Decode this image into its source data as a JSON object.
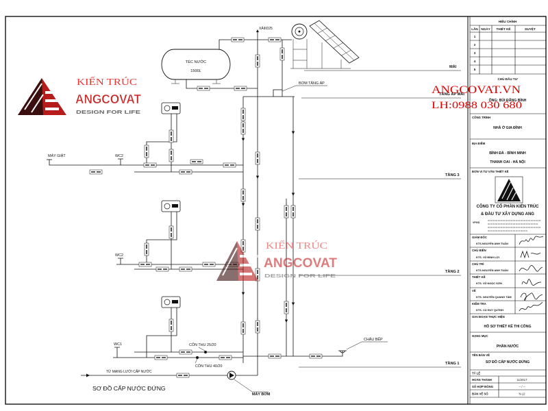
{
  "drawing": {
    "title": "SƠ ĐỒ CẤP NƯỚC ĐỨNG",
    "levels": {
      "roof": "MÁI",
      "roof_deck": "TẦNG ÁP MÁI",
      "floor_3": "TẦNG 3",
      "floor_2": "TẦNG 2",
      "floor_1": "TẦNG 1"
    },
    "tank": {
      "label": "TÉC NƯỚC",
      "capacity": "1500L"
    },
    "drain": "XẢΦD25",
    "booster_pump": "BƠM TĂNG ÁP",
    "fixtures": {
      "washing_machine": "MÁY GIẶT",
      "wc2_floor3": "WC2",
      "wc2_floor2": "WC2",
      "wc1": "WC1",
      "kitchen_sink": "CHẬU BẾP"
    },
    "reducers": [
      "CÔN THU 25/20",
      "CÔN THU 40/20"
    ],
    "mains_inlet": "TỪ MẠNG LƯỚI CẤP NƯỚC",
    "pump": "MÁY BƠM"
  },
  "watermark": {
    "line1": "KIẾN TRÚC",
    "line2": "ANGCOVAT",
    "line3": "DESIGN FOR LIFE",
    "brand_color": "#d32f2f"
  },
  "overlay": {
    "website": "ANGCOVAT.VN",
    "phone": "LH:0988 030 680",
    "color": "#e10000"
  },
  "title_block": {
    "revision": {
      "title": "HIỆU CHỈNH",
      "headers": [
        "LẦN",
        "NGÀY",
        "THIẾT KẾ",
        "DUYỆT"
      ],
      "rows": [
        "1",
        "2",
        "3",
        "4",
        "5"
      ]
    },
    "owner_label": "CHỦ ĐẦU TƯ",
    "owner": "ÔNG: BÙI ĐĂNG BÌNH",
    "project_label": "CÔNG TRÌNH",
    "project": "NHÀ Ở GIA ĐÌNH",
    "location_label": "ĐỊA ĐIỂM",
    "location_line1": "BÌNH ĐÀ - BÌNH MINH",
    "location_line2": "THANH OAI - HÀ NỘI",
    "consultant_label": "ĐƠN VỊ TƯ VẤN THIẾT KẾ",
    "company_line1": "CÔNG TY CỔ PHẦN KIẾN TRÚC",
    "company_line2": "& ĐẦU TƯ XÂY DỰNG ANG",
    "office_label": "VPGD",
    "staff": [
      {
        "role": "GIÁM ĐỐC",
        "name": "KTS.NGUYỄN ANH TUẤN"
      },
      {
        "role": "CHỦ BIÊN",
        "name": "KTS. VŨ ĐÌNH LỢI"
      },
      {
        "role": "CHỦ TRÌ",
        "name": "KTS.NGUYỄN ANH TUẤN"
      },
      {
        "role": "THIẾT KẾ",
        "name": "KTS. VŨ NGỌC SƠN"
      },
      {
        "role": "VẼ",
        "name": "KTS. NGUYỄN QUANG TÂM"
      },
      {
        "role": "KIỂM TRA",
        "name": "KTS. CÙ HUY QUỲNH"
      }
    ],
    "phase_label": "GIAI ĐOẠN THỰC HIỆN",
    "phase": "HỒ SƠ THIẾT KẾ THI CÔNG",
    "item_label": "HẠNG MỤC",
    "item": "PHẦN NƯỚC",
    "drawing_label": "TÊN BẢN VẼ",
    "drawing_name": "SƠ ĐỒ CẤP NƯỚC ĐỨNG",
    "scale_label": "TỶ LỆ",
    "completed_label": "HOÀN THÀNH",
    "completed": "11/2017",
    "contract_label": "SỐ HỢP ĐỒNG",
    "contract": "-- / --",
    "sheet_label": "BẢN VẼ SỐ",
    "sheet": "N-12"
  }
}
